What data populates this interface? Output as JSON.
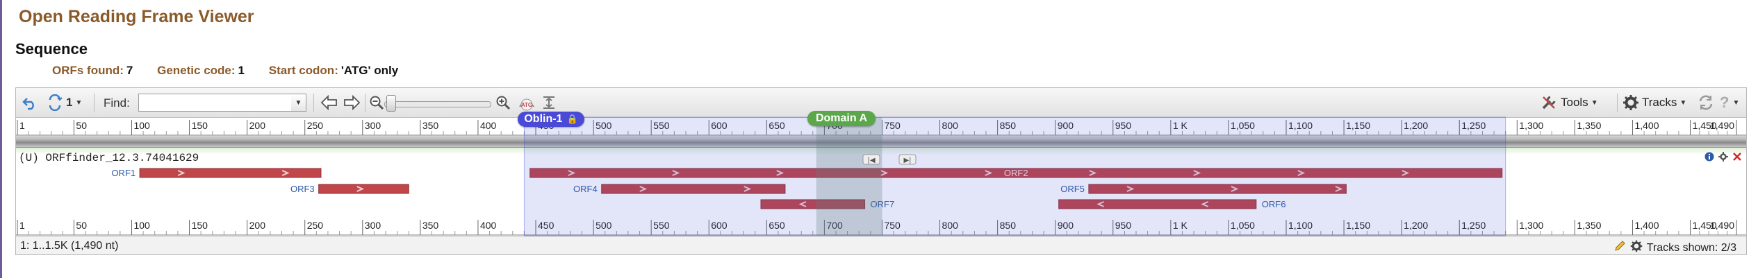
{
  "app": {
    "title": "Open Reading Frame Viewer"
  },
  "section": {
    "title": "Sequence"
  },
  "summary": [
    {
      "label": "ORFs found:",
      "value": "7"
    },
    {
      "label": "Genetic code:",
      "value": "1"
    },
    {
      "label": "Start codon:",
      "value": "'ATG' only"
    }
  ],
  "toolbar": {
    "history_count": "1",
    "find_label": "Find:",
    "find_value": "",
    "atg_icon_text": "ATG",
    "tools_label": "Tools",
    "tracks_label": "Tracks"
  },
  "ruler": {
    "seq_length": 1490,
    "ticks": [
      1,
      50,
      100,
      150,
      200,
      250,
      300,
      350,
      400,
      450,
      500,
      550,
      600,
      650,
      700,
      750,
      800,
      850,
      900,
      950,
      1000,
      1050,
      1100,
      1150,
      1200,
      1250,
      1300,
      1350,
      1400,
      1450,
      1490
    ],
    "tick_labels": [
      "1",
      "50",
      "100",
      "150",
      "200",
      "250",
      "300",
      "350",
      "400",
      "450",
      "500",
      "550",
      "600",
      "650",
      "700",
      "750",
      "800",
      "850",
      "900",
      "950",
      "1 K",
      "1,050",
      "1,100",
      "1,150",
      "1,200",
      "1,250",
      "1,300",
      "1,350",
      "1,400",
      "1,450",
      "1,490"
    ]
  },
  "markers": [
    {
      "label": "Oblin-1",
      "from": 440,
      "to": 1290,
      "color": "#4a4ad6"
    },
    {
      "label": "Domain A",
      "from": 693,
      "to": 750,
      "color": "#5aa84a"
    }
  ],
  "track": {
    "title": "(U) ORFfinder_12.3.74041629",
    "orfs": [
      {
        "name": "ORF1",
        "start": 107,
        "end": 264,
        "strand": "+",
        "row": 0
      },
      {
        "name": "ORF2",
        "start": 445,
        "end": 1287,
        "strand": "+",
        "row": 0
      },
      {
        "name": "ORF3",
        "start": 262,
        "end": 340,
        "strand": "+",
        "row": 1
      },
      {
        "name": "ORF4",
        "start": 507,
        "end": 666,
        "strand": "+",
        "row": 1
      },
      {
        "name": "ORF5",
        "start": 929,
        "end": 1152,
        "strand": "+",
        "row": 1
      },
      {
        "name": "ORF7",
        "start": 645,
        "end": 735,
        "strand": "-",
        "row": 2
      },
      {
        "name": "ORF6",
        "start": 903,
        "end": 1074,
        "strand": "-",
        "row": 2
      }
    ]
  },
  "status": {
    "nav": "1: 1..1.5K (1,490 nt)",
    "tracks_shown": "Tracks shown: 2/3"
  },
  "colors": {
    "title": "#8a5a2b",
    "orf_fill": "#c0464a",
    "orf_label": "#2d5aa6",
    "selection": "#3a48d8",
    "domain_shade": "#5f7f7f"
  }
}
